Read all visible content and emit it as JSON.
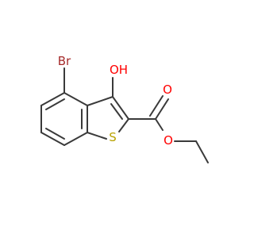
{
  "molecule": {
    "atoms": [
      {
        "id": "br",
        "label": "Br",
        "color": "#a52a2a"
      },
      {
        "id": "oh",
        "label": "OH",
        "color": "#ff0000"
      },
      {
        "id": "s",
        "label": "S",
        "color": "#b8a200"
      },
      {
        "id": "o_carbonyl",
        "label": "O",
        "color": "#ff0000"
      },
      {
        "id": "o_ester",
        "label": "O",
        "color": "#ff0000"
      }
    ],
    "bond_color": "#3a3a3a"
  }
}
